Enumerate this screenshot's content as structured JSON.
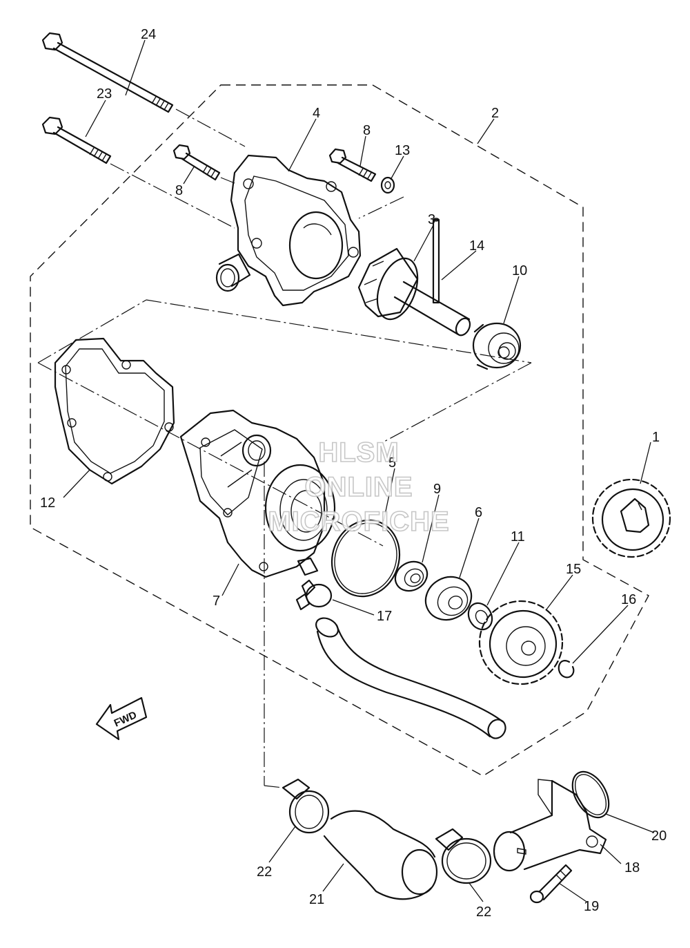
{
  "watermark": {
    "line1": "HLSM",
    "line2": "ONLINE",
    "line3": "MICROFICHE"
  },
  "direction_arrow": {
    "label": "FWD"
  },
  "callouts": {
    "c1": "1",
    "c2": "2",
    "c3": "3",
    "c4": "4",
    "c5": "5",
    "c6": "6",
    "c7": "7",
    "c8a": "8",
    "c8b": "8",
    "c9": "9",
    "c10": "10",
    "c11": "11",
    "c12": "12",
    "c13": "13",
    "c14": "14",
    "c15": "15",
    "c16": "16",
    "c17": "17",
    "c18": "18",
    "c19": "19",
    "c20": "20",
    "c21": "21",
    "c22a": "22",
    "c22b": "22",
    "c23": "23",
    "c24": "24"
  }
}
